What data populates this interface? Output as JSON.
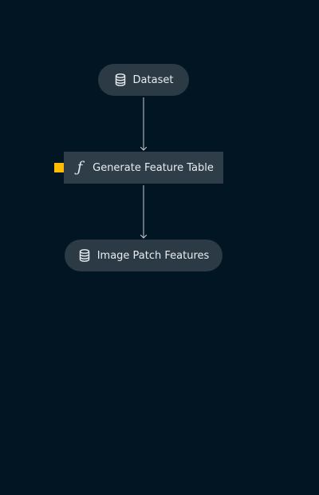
{
  "pipeline": {
    "nodes": [
      {
        "label": "Dataset",
        "kind": "dataset",
        "icon": "database-icon"
      },
      {
        "label": "Generate Feature Table",
        "kind": "task",
        "icon": "function-icon",
        "status_color": "#ffbc00"
      },
      {
        "label": "Image Patch Features",
        "kind": "dataset",
        "icon": "database-icon"
      }
    ]
  },
  "colors": {
    "background": "#011522",
    "node_fill": "#2b3a44",
    "edge": "#c7cdd2",
    "status": "#ffbc00"
  }
}
